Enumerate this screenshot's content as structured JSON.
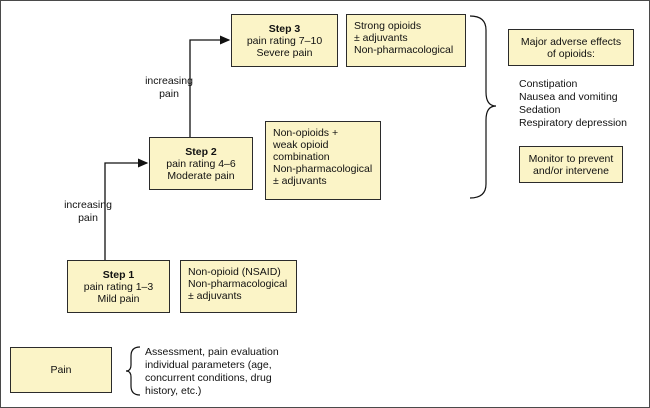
{
  "steps": [
    {
      "title": "Step 1",
      "rating": "pain rating 1–3",
      "severity": "Mild pain",
      "treatment": [
        "Non-opioid (NSAID)",
        "Non-pharmacological",
        "± adjuvants"
      ]
    },
    {
      "title": "Step 2",
      "rating": "pain rating 4–6",
      "severity": "Moderate pain",
      "treatment": [
        "Non-opioids +",
        "weak opioid",
        "combination",
        "Non-pharmacological",
        "± adjuvants"
      ]
    },
    {
      "title": "Step 3",
      "rating": "pain rating 7–10",
      "severity": "Severe pain",
      "treatment": [
        "Strong opioids",
        "± adjuvants",
        "Non-pharmacological"
      ]
    }
  ],
  "arrow_labels": [
    [
      "increasing",
      "pain"
    ],
    [
      "increasing",
      "pain"
    ]
  ],
  "adverse_effects": {
    "title": [
      "Major adverse effects",
      "of opioids:"
    ],
    "items": [
      "Constipation",
      "Nausea and vomiting",
      "Sedation",
      "Respiratory depression"
    ],
    "monitor": [
      "Monitor to prevent",
      "and/or intervene"
    ]
  },
  "pain": {
    "label": "Pain",
    "description": [
      "Assessment, pain evaluation",
      "individual parameters (age,",
      "concurrent conditions, drug",
      "history, etc.)"
    ]
  },
  "colors": {
    "box_fill": "#fbf4c7",
    "border": "#2b2b2b"
  }
}
